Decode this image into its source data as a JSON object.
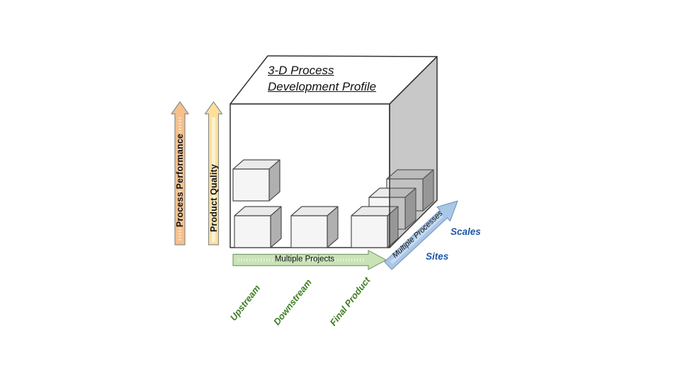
{
  "diagram": {
    "title_line1": "3-D Process",
    "title_line2": "Development Profile",
    "vertical_axis_left": "Process Performance",
    "vertical_axis_right": "Product Quality",
    "horizontal_axis": "Multiple Projects",
    "depth_axis": "Multiple Processes",
    "depth_targets": {
      "scales": "Scales",
      "sites": "Sites"
    },
    "stages": {
      "upstream": "Upstream",
      "downstream": "Downstream",
      "final_product": "Final Product"
    },
    "cube_counts": [
      {
        "stage": "Upstream",
        "cubes": 2
      },
      {
        "stage": "Downstream",
        "cubes": 1
      },
      {
        "stage": "Final Product",
        "cubes": 3
      }
    ],
    "colors": {
      "performance_arrow_fill": "#F5C08C",
      "quality_arrow_fill": "#FCE09A",
      "projects_arrow_fill": "#C9E3B7",
      "processes_arrow_fill": "#A9C8E8",
      "stage_text": "#3E7E22",
      "depth_text": "#1E56A8",
      "cube_front": "#F5F5F5",
      "cube_top": "#EAEAEA",
      "cube_side": "#B0B0B0",
      "box_side_shade": "rgba(110,110,110,0.38)"
    }
  }
}
